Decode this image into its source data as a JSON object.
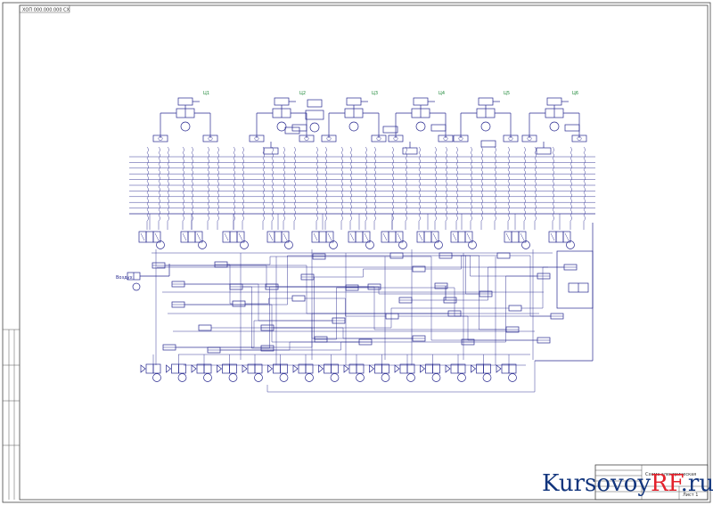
{
  "title_block": {
    "top_left_code": "ХОП 000.000.000 СХ",
    "document_title": "Схема электрическая",
    "sheet_label": "Лист 1"
  },
  "supply": {
    "label": "Воздух"
  },
  "watermark": {
    "text_main": "Kursovoy",
    "text_accent": "RF",
    "text_suffix": ".ru"
  },
  "colors": {
    "lines": "#27288f",
    "watermark_main": "#12357d",
    "watermark_accent": "#e3222c"
  },
  "cylinders": [
    {
      "id": "1",
      "tag": "Ц1"
    },
    {
      "id": "2",
      "tag": "Ц2"
    },
    {
      "id": "3",
      "tag": "Ц3"
    },
    {
      "id": "4",
      "tag": "Ц4"
    },
    {
      "id": "5",
      "tag": "Ц5"
    },
    {
      "id": "6",
      "tag": "Ц6"
    }
  ]
}
